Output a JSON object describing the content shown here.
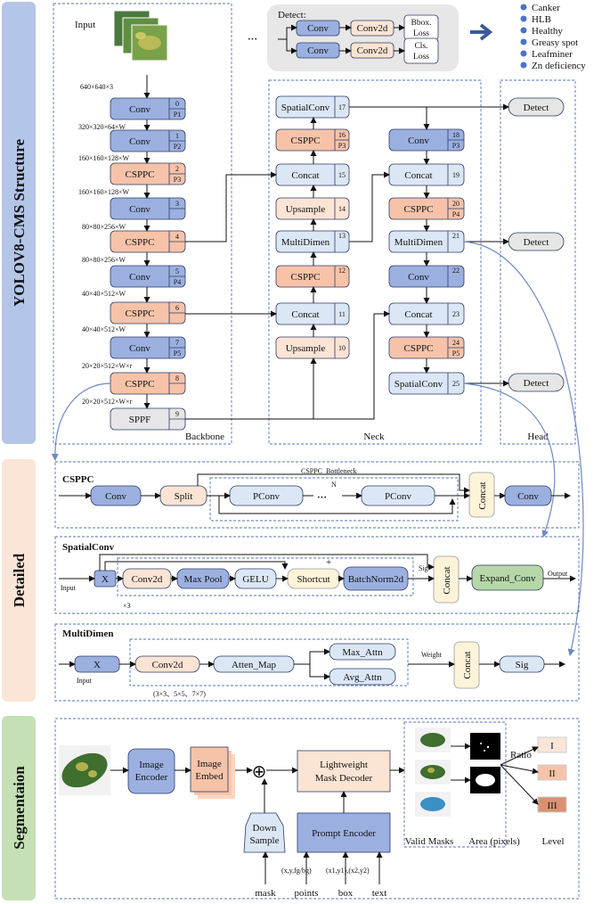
{
  "bands": {
    "structure": "YOLOV8-CMS Structure",
    "detailed": "Detailed",
    "segmentation": "Segmentaion"
  },
  "legend": [
    "Canker",
    "HLB",
    "Healthy",
    "Greasy spot",
    "Leafminer",
    "Zn deficiency"
  ],
  "colors": {
    "band_blue": "#b4c6e7",
    "band_orange": "#fbe5d6",
    "band_green": "#c5e0b4",
    "conv_blue": "#9cb0e0",
    "cs_orange": "#f6c3a9",
    "dashed_border": "#5676b2"
  },
  "input_label": "Input",
  "ellipsis": "···",
  "detect_box": {
    "title": "Detect:",
    "conv": "Conv",
    "conv2d": "Conv2d",
    "bbox_loss": "Bbox. Loss",
    "cls_loss": "Cls. Loss"
  },
  "sections": {
    "backbone": "Backbone",
    "neck": "Neck",
    "head": "Head"
  },
  "backbone": [
    {
      "label": "Conv",
      "num": "0",
      "sub": "P1"
    },
    {
      "label": "Conv",
      "num": "1",
      "sub": "P2"
    },
    {
      "label": "CSPPC",
      "num": "2",
      "sub": "P3"
    },
    {
      "label": "Conv",
      "num": "3",
      "sub": ""
    },
    {
      "label": "CSPPC",
      "num": "4",
      "sub": ""
    },
    {
      "label": "Conv",
      "num": "5",
      "sub": "P4"
    },
    {
      "label": "CSPPC",
      "num": "6",
      "sub": ""
    },
    {
      "label": "Conv",
      "num": "7",
      "sub": "P5"
    },
    {
      "label": "CSPPC",
      "num": "8",
      "sub": ""
    },
    {
      "label": "SPPF",
      "num": "9",
      "sub": ""
    }
  ],
  "dims": [
    "640×640×3",
    "320×320×64×W",
    "160×160×128×W",
    "160×160×128×W",
    "80×80×256×W",
    "80×80×256×W",
    "40×40×512×W",
    "40×40×512×W",
    "20×20×512×W×r",
    "20×20×512×W×r"
  ],
  "neck_left": [
    {
      "label": "SpatialConv",
      "num": "17",
      "sub": ""
    },
    {
      "label": "CSPPC",
      "num": "16",
      "sub": "P3"
    },
    {
      "label": "Concat",
      "num": "15",
      "sub": ""
    },
    {
      "label": "Upsample",
      "num": "14",
      "sub": ""
    },
    {
      "label": "MultiDimen",
      "num": "13",
      "sub": ""
    },
    {
      "label": "CSPPC",
      "num": "12",
      "sub": ""
    },
    {
      "label": "Concat",
      "num": "11",
      "sub": ""
    },
    {
      "label": "Upsample",
      "num": "10",
      "sub": ""
    }
  ],
  "neck_right": [
    {
      "label": "Conv",
      "num": "18",
      "sub": "P3"
    },
    {
      "label": "Concat",
      "num": "19",
      "sub": ""
    },
    {
      "label": "CSPPC",
      "num": "20",
      "sub": "P4"
    },
    {
      "label": "MultiDimen",
      "num": "21",
      "sub": ""
    },
    {
      "label": "Conv",
      "num": "22",
      "sub": ""
    },
    {
      "label": "Concat",
      "num": "23",
      "sub": ""
    },
    {
      "label": "CSPPC",
      "num": "24",
      "sub": "P5"
    },
    {
      "label": "SpatialConv",
      "num": "25",
      "sub": ""
    }
  ],
  "head": [
    "Detect",
    "Detect",
    "Detect"
  ],
  "csppc": {
    "title": "CSPPC",
    "bottleneck": "CSPPC_Bottleneck",
    "n": "N",
    "conv": "Conv",
    "split": "Split",
    "pconv": "PConv",
    "dots": "···",
    "concat": "Concat"
  },
  "spatialconv": {
    "title": "SpatialConv",
    "input": "Input",
    "x": "X",
    "times": "×3",
    "conv2d": "Conv2d",
    "maxpool": "Max Pool",
    "gelu": "GELU",
    "shortcut": "Shortcut",
    "plus": "+",
    "bn": "BatchNorm2d",
    "sig": "Sig",
    "concat": "Concat",
    "expand": "Expand_Conv",
    "output": "Output"
  },
  "multidimen": {
    "title": "MultiDimen",
    "input": "Input",
    "x": "X",
    "conv2d": "Conv2d",
    "kernels": "(3×3、5×5、7×7)",
    "atten": "Atten_Map",
    "max": "Max_Attn",
    "avg": "Avg_Attn",
    "weight": "Weight",
    "concat": "Concat",
    "sig": "Sig"
  },
  "segmentation": {
    "image_encoder": "Image Encoder",
    "image_embed": "Image Embed",
    "oplus": "⊕",
    "decoder": "Lightweight Mask Decoder",
    "down_sample": "Down Sample",
    "prompt_encoder": "Prompt Encoder",
    "prompt_labels": [
      "(x,y,fg/bg)",
      "(x1,y1),(x2,y2)"
    ],
    "inputs": [
      "mask",
      "points",
      "box",
      "text"
    ],
    "valid_masks": "Valid Masks",
    "area": "Area (pixels)",
    "ratio": "Ratio",
    "level_label": "Level",
    "levels": [
      "I",
      "II",
      "III"
    ]
  }
}
